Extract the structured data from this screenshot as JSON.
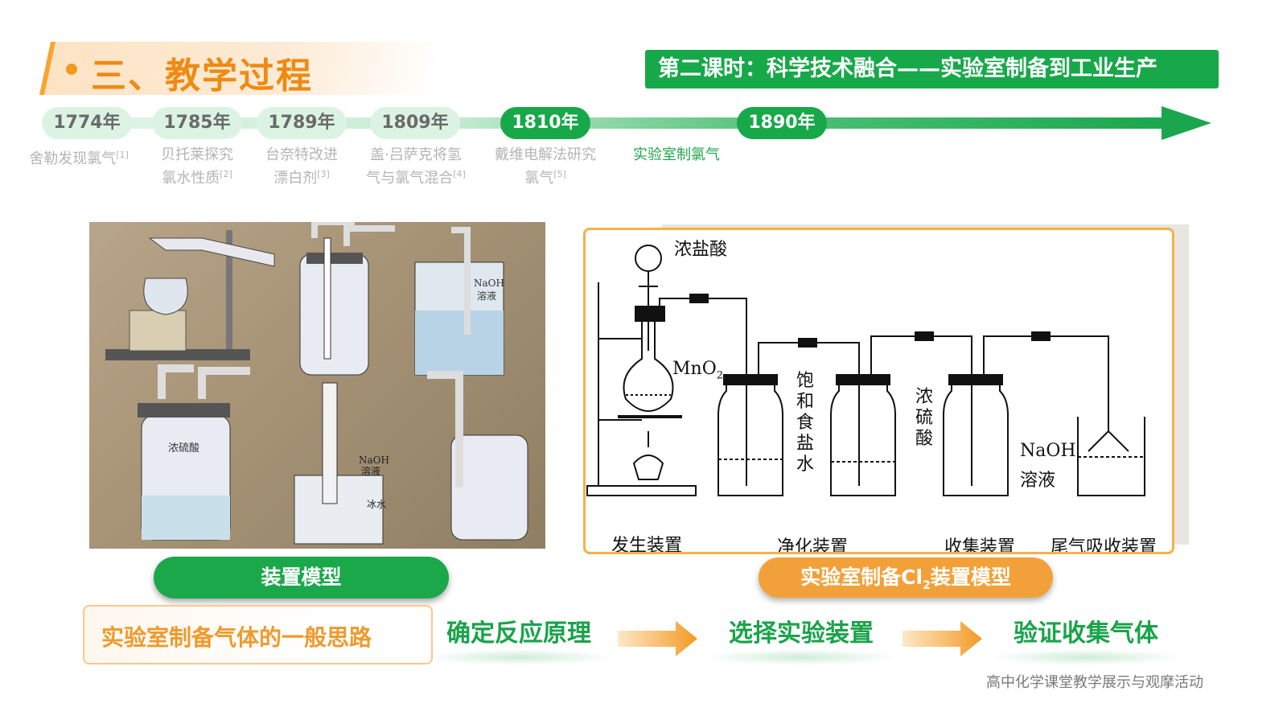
{
  "header": {
    "section_title": "三、教学过程",
    "lesson_title": "第二课时：科学技术融合——实验室制备到工业生产"
  },
  "timeline": {
    "events": [
      {
        "year": "1774年",
        "label_line1": "舍勒发现氯气",
        "label_line2": "",
        "ref": "[1]"
      },
      {
        "year": "1785年",
        "label_line1": "贝托莱探究",
        "label_line2": "氯水性质",
        "ref": "[2]"
      },
      {
        "year": "1789年",
        "label_line1": "台奈特改进",
        "label_line2": "漂白剂",
        "ref": "[3]"
      },
      {
        "year": "1809年",
        "label_line1": "盖·吕萨克将氢",
        "label_line2": "气与氯气混合",
        "ref": "[4]"
      },
      {
        "year": "1810年",
        "label_line1": "戴维电解法研究",
        "label_line2": "氯气",
        "ref": "[5]"
      },
      {
        "year": "1890年",
        "label_line1": "实验室制氯气",
        "label_line2": "",
        "ref": ""
      }
    ]
  },
  "photo": {
    "labels": {
      "naoh1": "NaOH",
      "naoh1b": "溶液",
      "h2so4": "浓硫酸",
      "naoh2": "NaOH",
      "naoh2b": "溶液",
      "ice": "冰水"
    }
  },
  "diagram": {
    "labels": {
      "hcl": "浓盐酸",
      "mno2": "MnO",
      "mno2_sub": "2",
      "saltwater": "饱和食盐水",
      "h2so4": "浓硫酸",
      "naoh": "NaOH",
      "naoh_sol": "溶液",
      "gen": "发生装置",
      "purify": "净化装置",
      "collect": "收集装置",
      "tail": "尾气吸收装置"
    }
  },
  "captions": {
    "left": "装置模型",
    "right_pre": "实验室制备Cl",
    "right_sub": "2",
    "right_post": "装置模型"
  },
  "route": {
    "title": "实验室制备气体的一般思路",
    "steps": [
      "确定反应原理",
      "选择实验装置",
      "验证收集气体"
    ]
  },
  "footer": "高中化学课堂教学展示与观摩活动",
  "colors": {
    "green": "#17a84a",
    "orange": "#ef8a12",
    "light_green": "#dcf3e3"
  }
}
